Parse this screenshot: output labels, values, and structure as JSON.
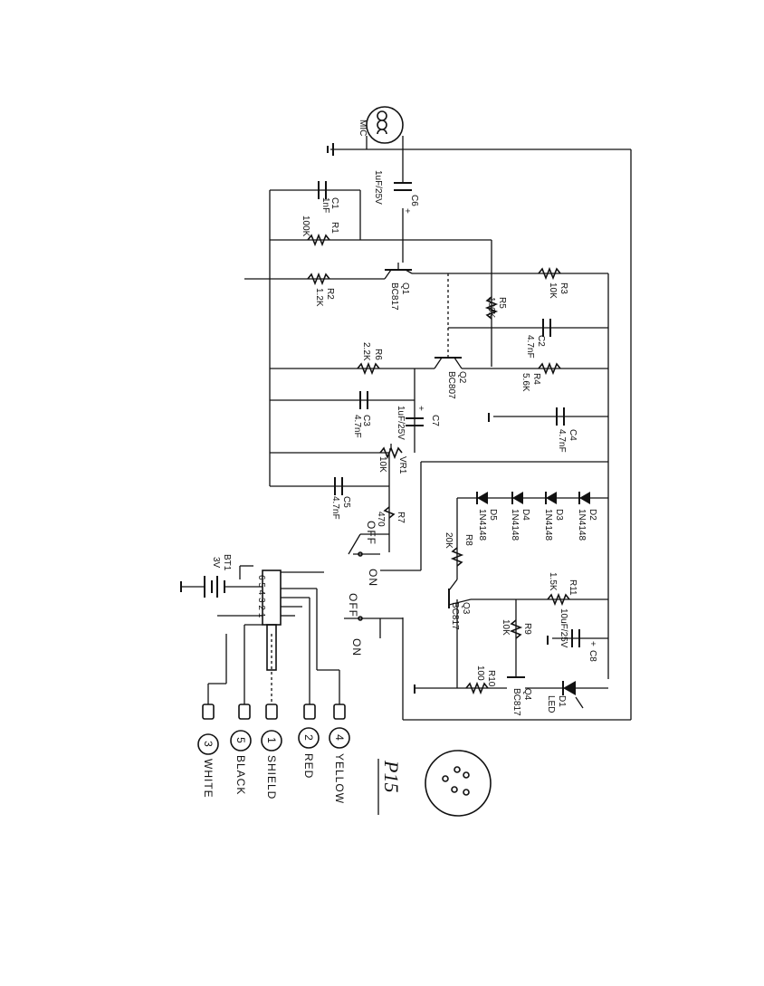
{
  "labels": {
    "mic": "MIC",
    "c6": "C6",
    "c6v": "1uF/25V",
    "c1": "C1",
    "c1v": "1nF",
    "r1": "R1",
    "r1v": "100K",
    "r2": "R2",
    "r2v": "1.2K",
    "q1": "Q1",
    "q1t": "BC817",
    "r3": "R3",
    "r3v": "10K",
    "r5": "R5",
    "r5v": "100K",
    "c2": "C2",
    "c2v": "4.7nF",
    "r6": "R6",
    "r6v": "2.2K",
    "q2": "Q2",
    "q2t": "BC807",
    "r4": "R4",
    "r4v": "5.6K",
    "c3": "C3",
    "c3v": "4.7nF",
    "c7": "C7",
    "c7v": "1uF/25V",
    "c4": "C4",
    "c4v": "4.7nF",
    "vr1": "VR1",
    "vr1v": "10K",
    "c5": "C5",
    "c5v": "4.7nF",
    "r7": "R7",
    "r7v": "470",
    "d2": "D2",
    "d2t": "1N4148",
    "d3": "D3",
    "d3t": "1N4148",
    "d4": "D4",
    "d4t": "1N4148",
    "d5": "D5",
    "d5t": "1N4148",
    "r8": "R8",
    "r8v": "20K",
    "r11": "R11",
    "r11v": "1.5K",
    "q3": "Q3",
    "q3t": "BC817",
    "r9": "R9",
    "r9v": "10K",
    "c8": "C8",
    "c8v": "10uF/25V",
    "r10": "R10",
    "r10v": "100",
    "q4": "Q4",
    "q4t": "BC817",
    "d1": "D1",
    "d1t": "LED",
    "bt1": "BT1",
    "bt1v": "3V",
    "off1": "OFF",
    "on1": "ON",
    "off2": "OFF",
    "on2": "ON",
    "plus_c6": "+",
    "plus_c7": "+",
    "plus_c8": "+"
  },
  "wires": [
    {
      "num": "3",
      "color": "WHITE"
    },
    {
      "num": "5",
      "color": "BLACK"
    },
    {
      "num": "1",
      "color": "SHIELD"
    },
    {
      "num": "2",
      "color": "RED"
    },
    {
      "num": "4",
      "color": "YELLOW"
    }
  ],
  "connector": {
    "pins": "6 5 4 3 2 1"
  },
  "page_mark": "P15"
}
